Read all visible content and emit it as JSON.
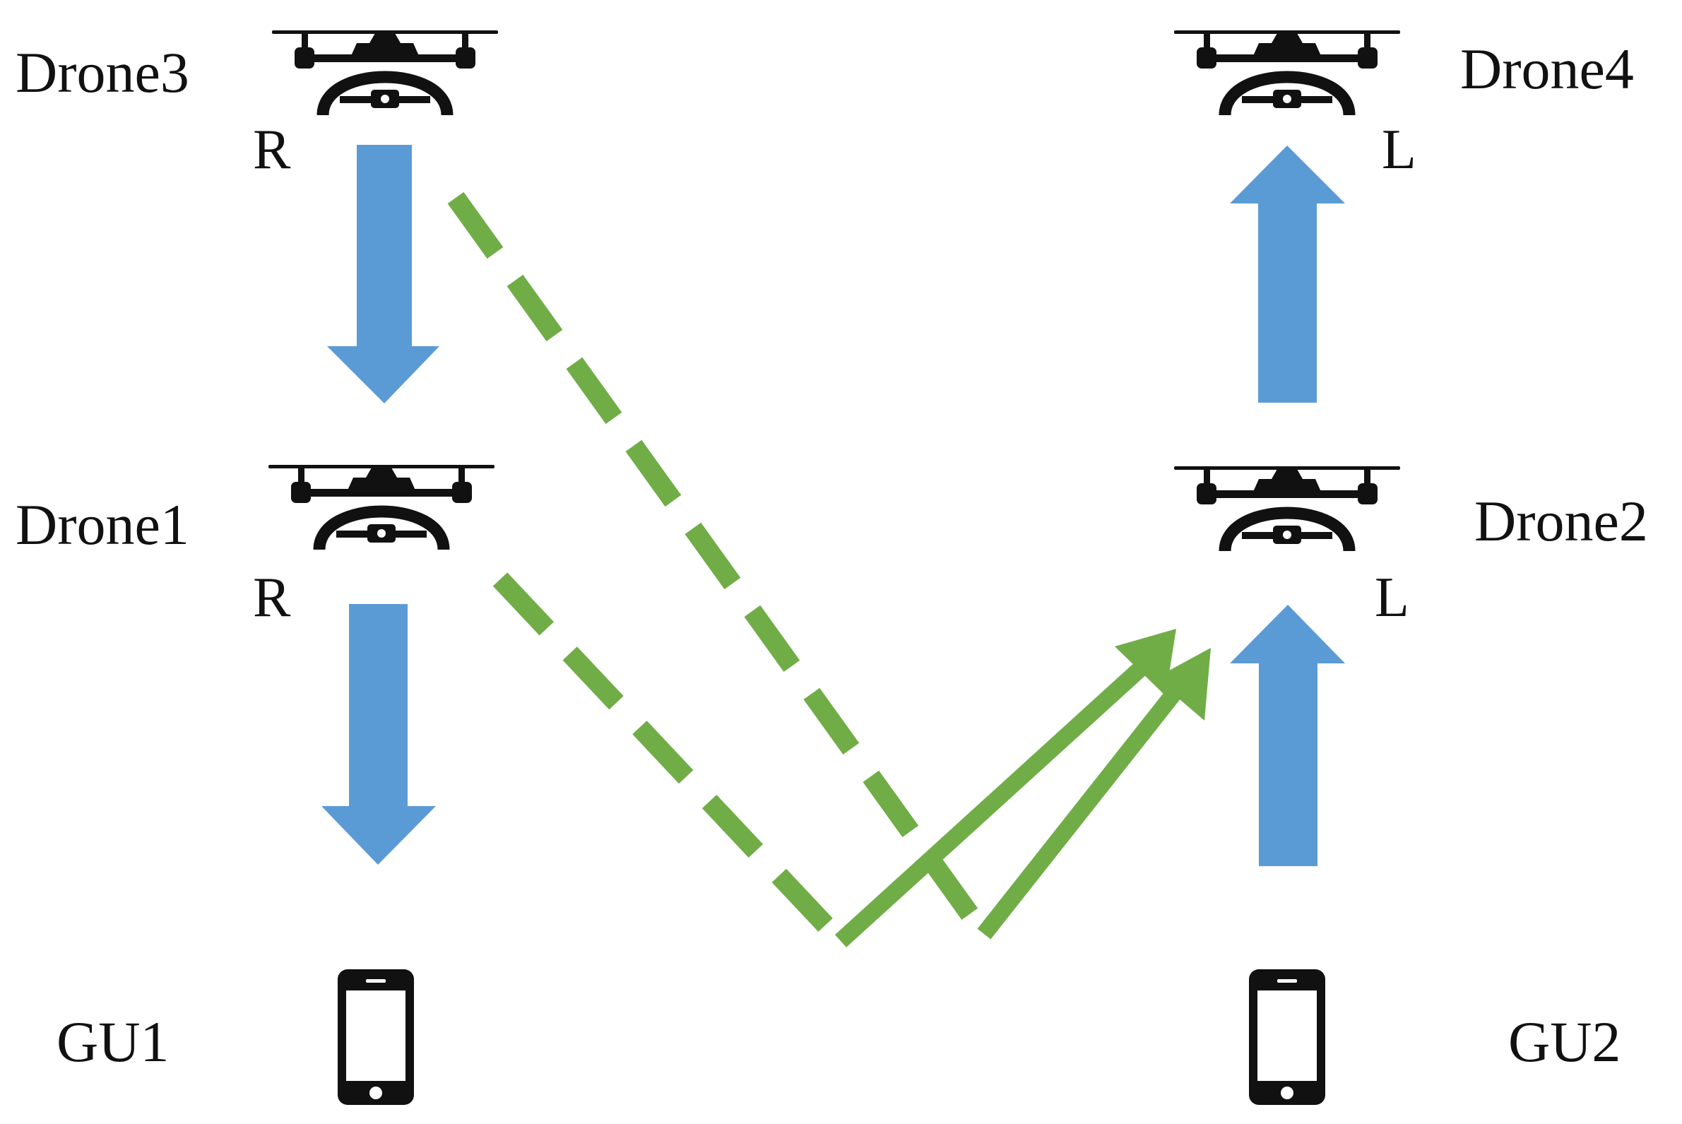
{
  "nodes": {
    "drone3": {
      "name": "Drone3",
      "side": "R"
    },
    "drone4": {
      "name": "Drone4",
      "side": "L"
    },
    "drone1": {
      "name": "Drone1",
      "side": "R"
    },
    "drone2": {
      "name": "Drone2",
      "side": "L"
    },
    "gu1": {
      "name": "GU1"
    },
    "gu2": {
      "name": "GU2"
    }
  },
  "icons": {
    "drone": "drone-icon",
    "phone": "smartphone-icon"
  },
  "colors": {
    "link_arrow": "#5b9bd5",
    "reflected_path": "#70ad47",
    "icon": "#111111",
    "text": "#111111",
    "background": "#ffffff"
  }
}
